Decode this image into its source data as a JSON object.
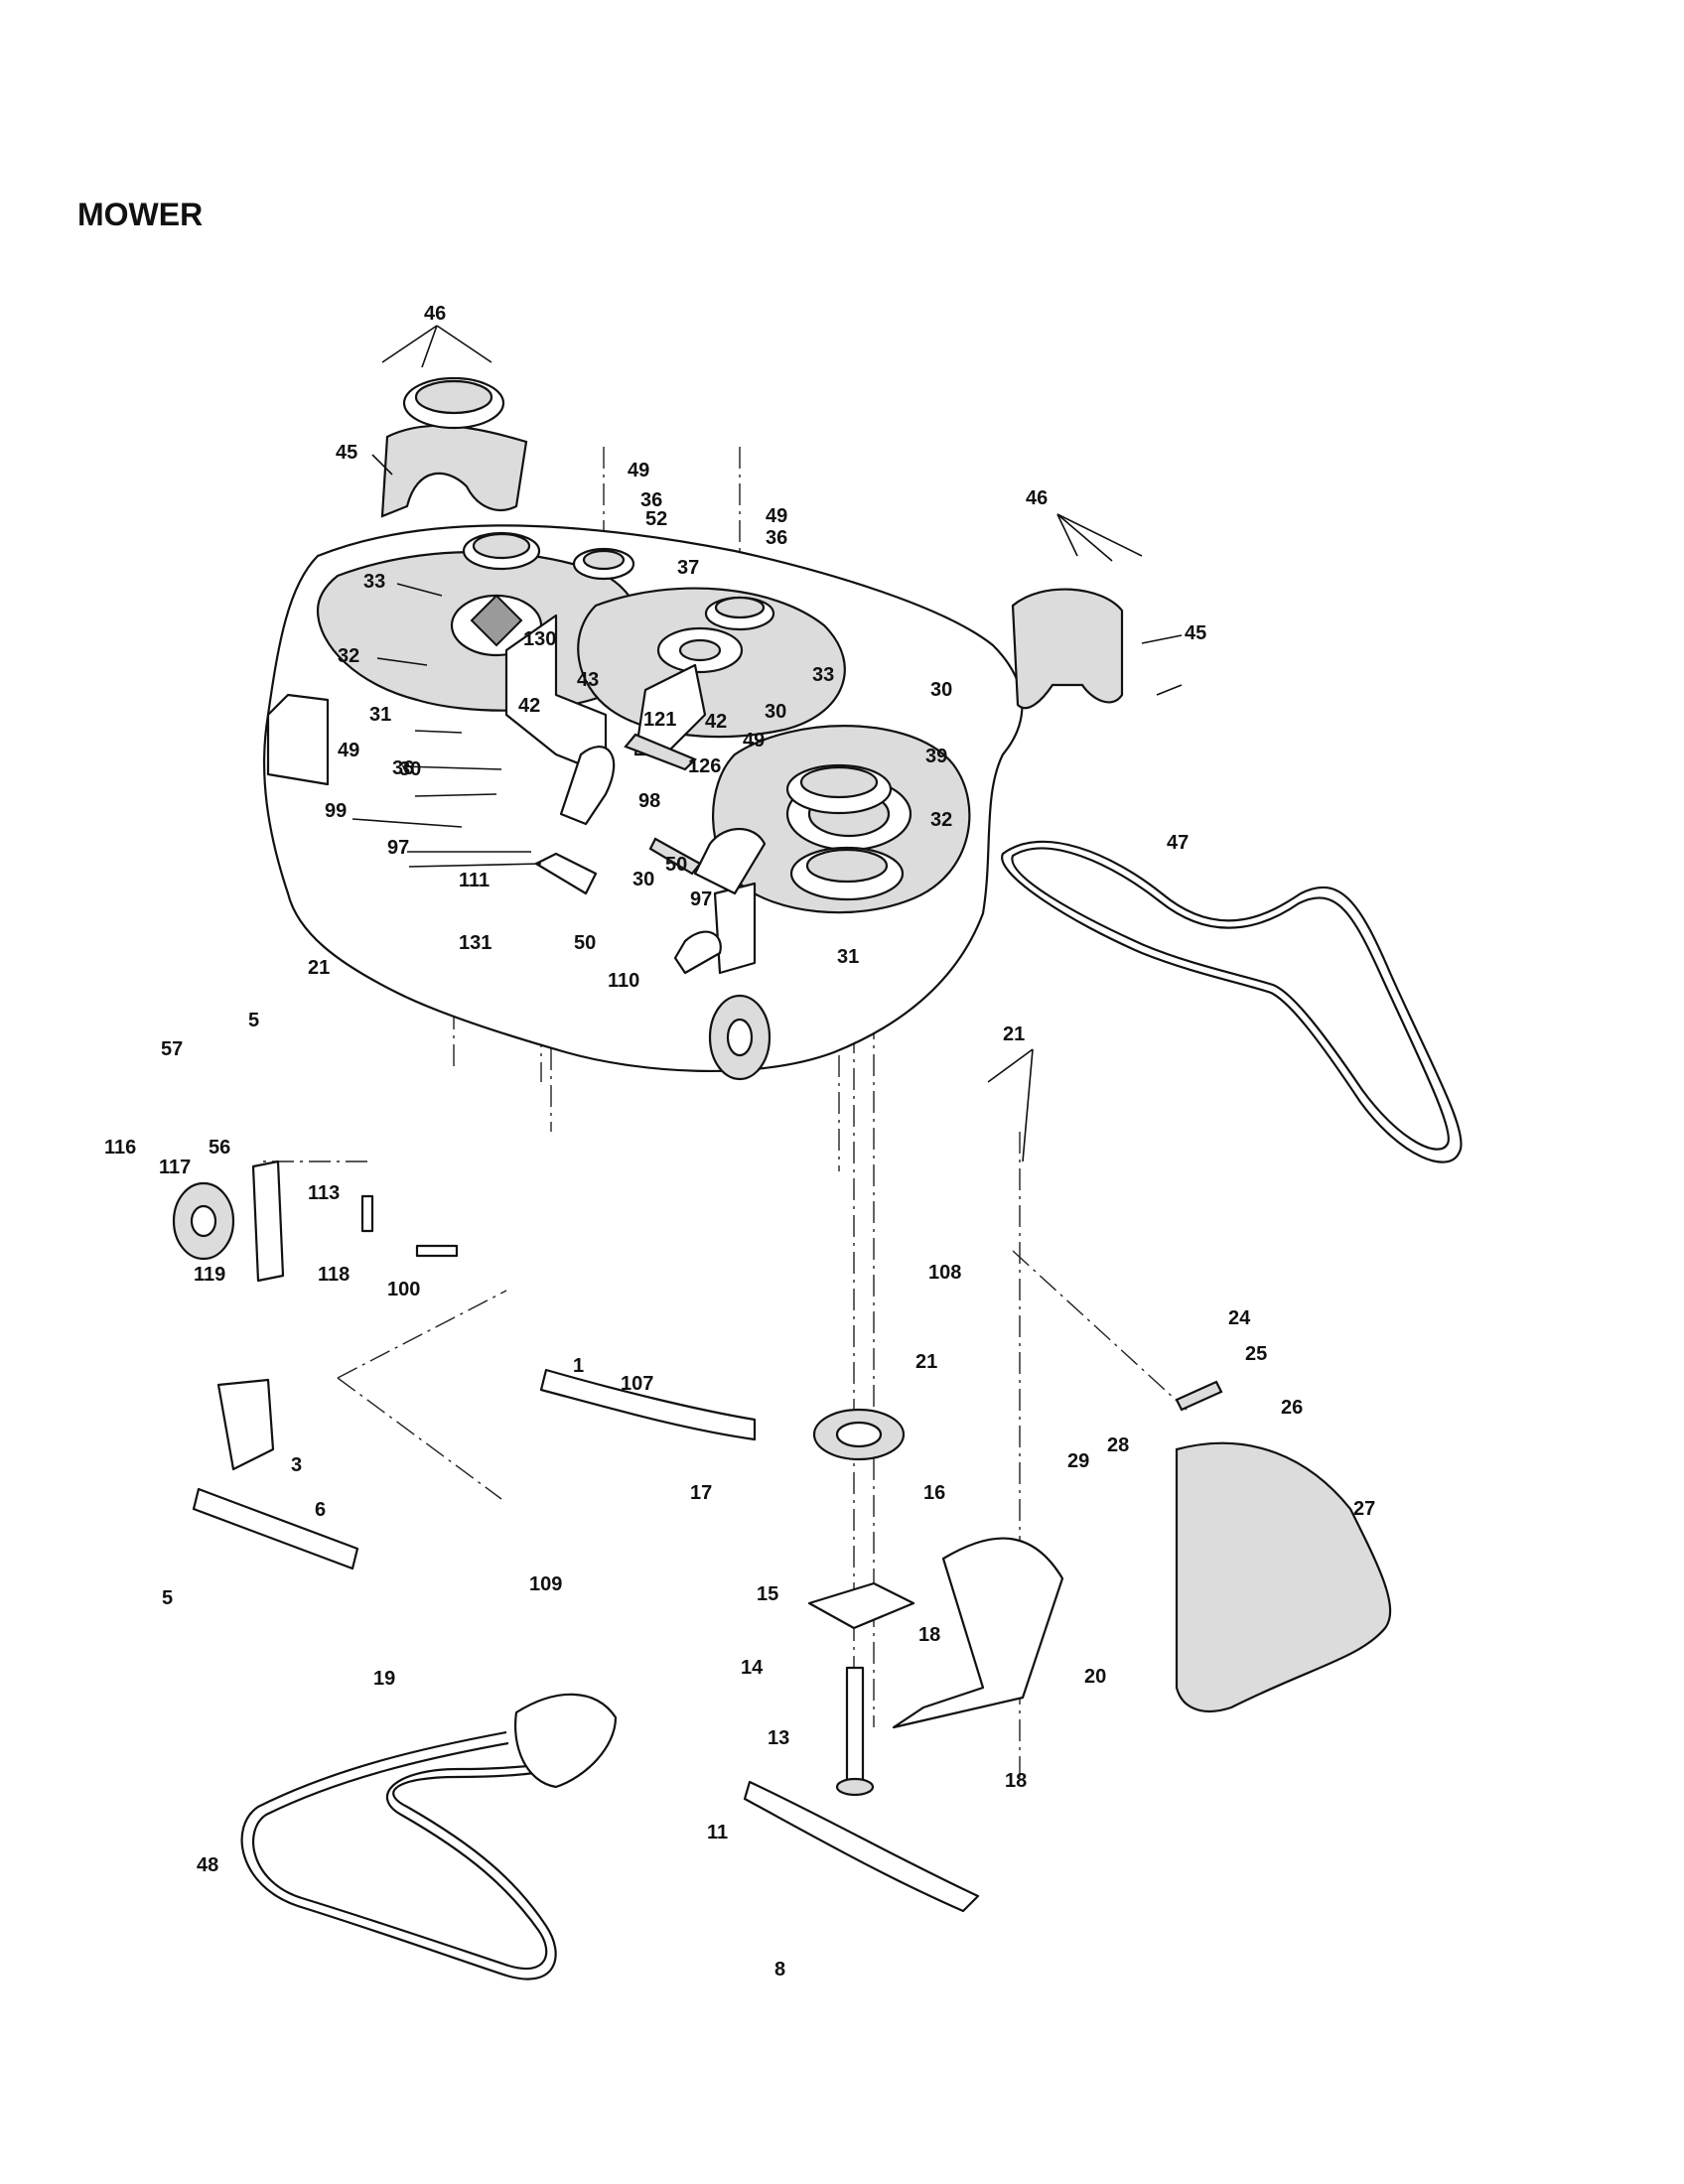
{
  "title": "MOWER",
  "callouts": [
    "46",
    "45",
    "49",
    "36",
    "52",
    "49",
    "36",
    "37",
    "33",
    "46",
    "45",
    "32",
    "130",
    "43",
    "33",
    "30",
    "31",
    "42",
    "121",
    "30",
    "42",
    "49",
    "39",
    "49",
    "36",
    "126",
    "30",
    "99",
    "98",
    "32",
    "97",
    "50",
    "111",
    "30",
    "97",
    "47",
    "50",
    "131",
    "31",
    "110",
    "21",
    "5",
    "57",
    "21",
    "116",
    "56",
    "117",
    "113",
    "108",
    "100",
    "119",
    "118",
    "24",
    "1",
    "21",
    "107",
    "25",
    "26",
    "3",
    "28",
    "29",
    "17",
    "16",
    "27",
    "6",
    "5",
    "109",
    "15",
    "18",
    "14",
    "20",
    "19",
    "13",
    "18",
    "11",
    "48",
    "8"
  ]
}
